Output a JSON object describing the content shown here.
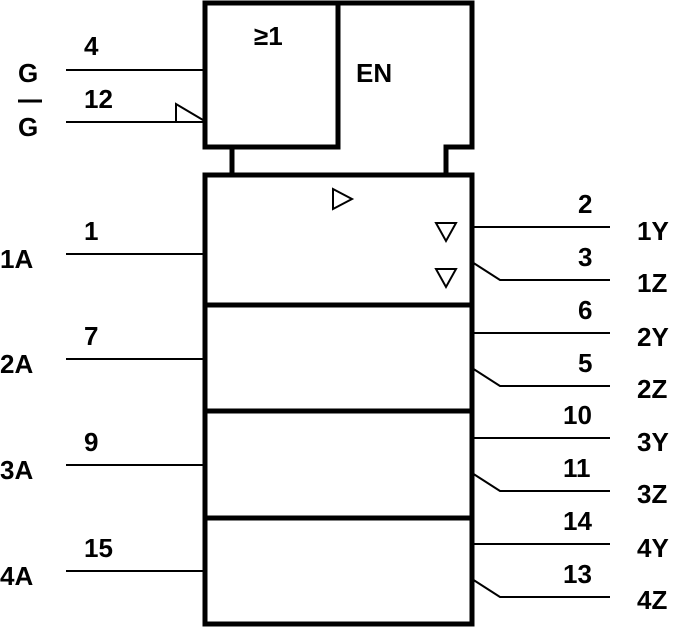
{
  "control": {
    "or_label": "≥1",
    "en_label": "EN",
    "g": {
      "name": "G",
      "pin": "4"
    },
    "g_bar": {
      "name": "G",
      "pin": "12"
    }
  },
  "channels": [
    {
      "input_name": "1A",
      "input_pin": "1",
      "y_name": "1Y",
      "y_pin": "2",
      "z_name": "1Z",
      "z_pin": "3"
    },
    {
      "input_name": "2A",
      "input_pin": "7",
      "y_name": "2Y",
      "y_pin": "6",
      "z_name": "2Z",
      "z_pin": "5"
    },
    {
      "input_name": "3A",
      "input_pin": "9",
      "y_name": "3Y",
      "y_pin": "10",
      "z_name": "3Z",
      "z_pin": "11"
    },
    {
      "input_name": "4A",
      "input_pin": "15",
      "y_name": "4Y",
      "y_pin": "14",
      "z_name": "4Z",
      "z_pin": "13"
    }
  ]
}
